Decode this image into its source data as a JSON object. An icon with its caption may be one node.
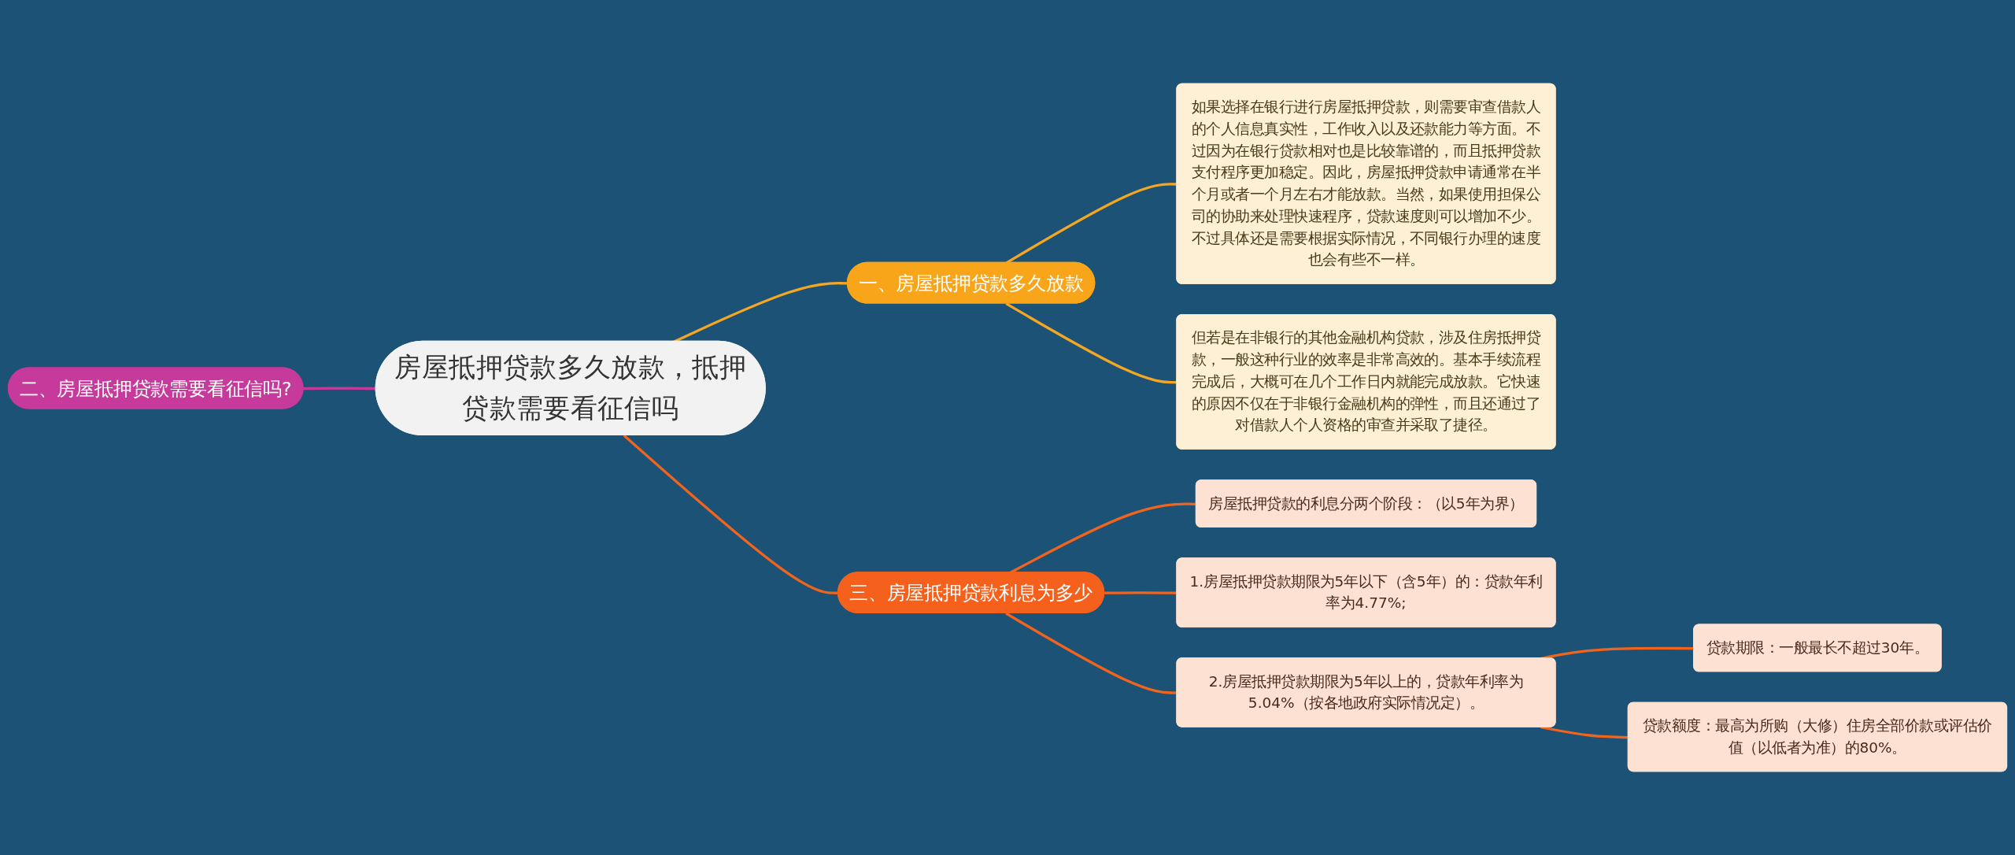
{
  "diagram": {
    "nodes": [
      {
        "text": [
          "房屋抵押贷款多久放款，抵押贷款需要看征信吗"
        ]
      },
      {
        "text": [
          "一、房屋抵押贷款多久放款"
        ]
      },
      {
        "text": [
          "如果选择在银行进行房屋抵押贷款，则需要审查借款人的个人信息真实性，工作收入以及还款能力等方面。不过因为在银行贷款相对也是比较靠谱的，而且抵押贷款支付程序更加稳定。因此，房屋抵押贷款申请通常在半个月或者一个月左右才能放款。当然，如果使用担保公司的协助来处理快速程序，贷款速度则可以增加不少。不过具体还是需要根据实际情况，不同银行办理的速度也会有些不一样。"
        ]
      },
      {
        "text": [
          "但若是在非银行的其他金融机构贷款，涉及住房抵押贷款，一般这种行业的效率是非常高效的。基本手续流程完成后，大概可在几个工作日内就能完成放款。它快速的原因不仅在于非银行金融机构的弹性，而且还通过了对借款人个人资格的审查并采取了捷径。"
        ]
      },
      {
        "text": [
          "二、房屋抵押贷款需要看征信吗?"
        ]
      },
      {
        "text": [
          "三、房屋抵押贷款利息为多少"
        ]
      },
      {
        "text": [
          "房屋抵押贷款的利息分两个阶段：（以5年为界）"
        ]
      },
      {
        "text": [
          "1.房屋抵押贷款期限为5年以下（含5年）的：贷款年利率为4.77%;"
        ]
      },
      {
        "text": [
          "2.房屋抵押贷款期限为5年以上的，贷款年利率为5.04%（按各地政府实际情况定）。"
        ]
      },
      {
        "text": [
          "贷款期限：一般最长不超过30年。"
        ]
      },
      {
        "text": [
          "贷款额度：最高为所购（大修）住房全部价款或评估价值（以低者为准）的80%。"
        ]
      }
    ],
    "edges": [
      {
        "from": 0,
        "to": 1,
        "arrow": "none",
        "color": "#f5a623"
      },
      {
        "from": 1,
        "to": 2,
        "arrow": "none",
        "color": "#f5a623"
      },
      {
        "from": 1,
        "to": 3,
        "arrow": "none",
        "color": "#f5a623"
      },
      {
        "from": 4,
        "to": 0,
        "arrow": "none",
        "color": "#c7399b"
      },
      {
        "from": 0,
        "to": 5,
        "arrow": "none",
        "color": "#f0641e"
      },
      {
        "from": 5,
        "to": 6,
        "arrow": "none",
        "color": "#f0641e"
      },
      {
        "from": 5,
        "to": 7,
        "arrow": "none",
        "color": "#f0641e"
      },
      {
        "from": 5,
        "to": 8,
        "arrow": "none",
        "color": "#f0641e"
      },
      {
        "from": 8,
        "to": 9,
        "arrow": "none",
        "color": "#f0641e"
      },
      {
        "from": 8,
        "to": 10,
        "arrow": "none",
        "color": "#f0641e"
      }
    ]
  }
}
